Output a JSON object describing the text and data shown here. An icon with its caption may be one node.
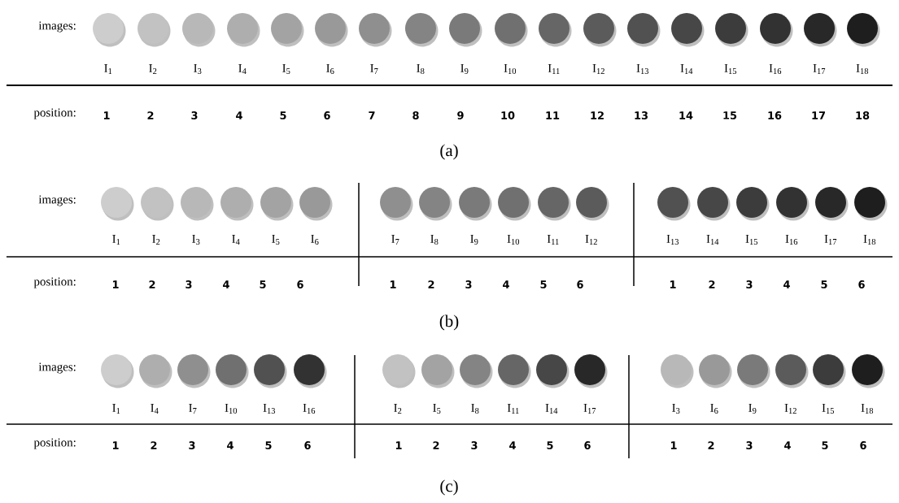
{
  "diagram": {
    "nodes": [
      {
        "text": [],
        "shape": "circle",
        "beside": [
          "I$_{1}$"
        ]
      },
      {
        "text": [],
        "shape": "circle",
        "beside": [
          "I$_{2}$"
        ]
      },
      {
        "text": [],
        "shape": "circle",
        "beside": [
          "I$_{3}$"
        ]
      },
      {
        "text": [],
        "shape": "circle",
        "beside": [
          "I$_{4}$"
        ]
      },
      {
        "text": [],
        "shape": "circle",
        "beside": [
          "I$_{5}$"
        ]
      },
      {
        "text": [],
        "shape": "circle",
        "beside": [
          "I$_{6}$"
        ]
      },
      {
        "text": [],
        "shape": "circle",
        "beside": [
          "I$_{7}$"
        ]
      },
      {
        "text": [],
        "shape": "circle",
        "beside": [
          "I$_{8}$"
        ]
      },
      {
        "text": [],
        "shape": "circle",
        "beside": [
          "I$_{9}$"
        ]
      },
      {
        "text": [],
        "shape": "circle",
        "beside": [
          "I$_{10}$"
        ]
      },
      {
        "text": [],
        "shape": "circle",
        "beside": [
          "I$_{11}$"
        ]
      },
      {
        "text": [],
        "shape": "circle",
        "beside": [
          "I$_{12}$"
        ]
      },
      {
        "text": [],
        "shape": "circle",
        "beside": [
          "I$_{13}$"
        ]
      },
      {
        "text": [],
        "shape": "circle",
        "beside": [
          "I$_{14}$"
        ]
      },
      {
        "text": [],
        "shape": "circle",
        "beside": [
          "I$_{15}$"
        ]
      },
      {
        "text": [],
        "shape": "circle",
        "beside": [
          "I$_{16}$"
        ]
      },
      {
        "text": [],
        "shape": "circle",
        "beside": [
          "I$_{17}$"
        ]
      },
      {
        "text": [],
        "shape": "circle",
        "beside": [
          "I$_{18}$"
        ]
      },
      {
        "text": [],
        "shape": "circle",
        "beside": [
          "I$_{1}$"
        ]
      },
      {
        "text": [],
        "shape": "circle",
        "beside": [
          "I$_{2}$"
        ]
      },
      {
        "text": [],
        "shape": "circle",
        "beside": [
          "I$_{3}$"
        ]
      },
      {
        "text": [],
        "shape": "circle",
        "beside": [
          "I$_{4}$"
        ]
      },
      {
        "text": [],
        "shape": "circle",
        "beside": [
          "I$_{5}$"
        ]
      },
      {
        "text": [],
        "shape": "circle",
        "beside": [
          "I$_{6}$"
        ]
      },
      {
        "text": [],
        "shape": "circle",
        "beside": [
          "I$_{7}$"
        ]
      },
      {
        "text": [],
        "shape": "circle",
        "beside": [
          "I$_{8}$"
        ]
      },
      {
        "text": [],
        "shape": "circle",
        "beside": [
          "I$_{9}$"
        ]
      },
      {
        "text": [],
        "shape": "circle",
        "beside": [
          "I$_{10}$"
        ]
      },
      {
        "text": [],
        "shape": "circle",
        "beside": [
          "I$_{11}$"
        ]
      },
      {
        "text": [],
        "shape": "circle",
        "beside": [
          "I$_{12}$"
        ]
      },
      {
        "text": [],
        "shape": "circle",
        "beside": [
          "I$_{13}$"
        ]
      },
      {
        "text": [],
        "shape": "circle",
        "beside": [
          "I$_{14}$"
        ]
      },
      {
        "text": [],
        "shape": "circle",
        "beside": [
          "I$_{15}$"
        ]
      },
      {
        "text": [],
        "shape": "circle",
        "beside": [
          "I$_{16}$"
        ]
      },
      {
        "text": [],
        "shape": "circle",
        "beside": [
          "I$_{17}$"
        ]
      },
      {
        "text": [],
        "shape": "circle",
        "beside": [
          "I$_{18}$"
        ]
      },
      {
        "text": [],
        "shape": "circle",
        "beside": [
          "I$_{1}$"
        ]
      },
      {
        "text": [],
        "shape": "circle",
        "beside": [
          "I$_{4}$"
        ]
      },
      {
        "text": [],
        "shape": "circle",
        "beside": [
          "I$_{7}$"
        ]
      },
      {
        "text": [],
        "shape": "circle",
        "beside": [
          "I$_{10}$"
        ]
      },
      {
        "text": [],
        "shape": "circle",
        "beside": [
          "I$_{13}$"
        ]
      },
      {
        "text": [],
        "shape": "circle",
        "beside": [
          "I$_{16}$"
        ]
      },
      {
        "text": [],
        "shape": "circle",
        "beside": [
          "I$_{2}$"
        ]
      },
      {
        "text": [],
        "shape": "circle",
        "beside": [
          "I$_{5}$"
        ]
      },
      {
        "text": [],
        "shape": "circle",
        "beside": [
          "I$_{8}$"
        ]
      },
      {
        "text": [],
        "shape": "circle",
        "beside": [
          "I$_{11}$"
        ]
      },
      {
        "text": [],
        "shape": "circle",
        "beside": [
          "I$_{14}$"
        ]
      },
      {
        "text": [],
        "shape": "circle",
        "beside": [
          "I$_{17}$"
        ]
      },
      {
        "text": [],
        "shape": "circle",
        "beside": [
          "I$_{3}$"
        ]
      },
      {
        "text": [],
        "shape": "circle",
        "beside": [
          "I$_{6}$"
        ]
      },
      {
        "text": [],
        "shape": "circle",
        "beside": [
          "I$_{9}$"
        ]
      },
      {
        "text": [],
        "shape": "circle",
        "beside": [
          "I$_{12}$"
        ]
      },
      {
        "text": [],
        "shape": "circle",
        "beside": [
          "I$_{15}$"
        ]
      },
      {
        "text": [],
        "shape": "circle",
        "beside": [
          "I$_{18}$"
        ]
      }
    ],
    "labels": [
      "images:",
      "position:",
      "1",
      "2",
      "3",
      "4",
      "5",
      "6",
      "7",
      "8",
      "9",
      "10",
      "11",
      "12",
      "13",
      "14",
      "15",
      "16",
      "17",
      "18",
      "(a)",
      "images:",
      "position:",
      "1",
      "2",
      "3",
      "4",
      "5",
      "6",
      "1",
      "2",
      "3",
      "4",
      "5",
      "6",
      "1",
      "2",
      "3",
      "4",
      "5",
      "6",
      "(b)",
      "images:",
      "position:",
      "1",
      "2",
      "3",
      "4",
      "5",
      "6",
      "1",
      "2",
      "3",
      "4",
      "5",
      "6",
      "1",
      "2",
      "3",
      "4",
      "5",
      "6",
      "(c)"
    ]
  }
}
